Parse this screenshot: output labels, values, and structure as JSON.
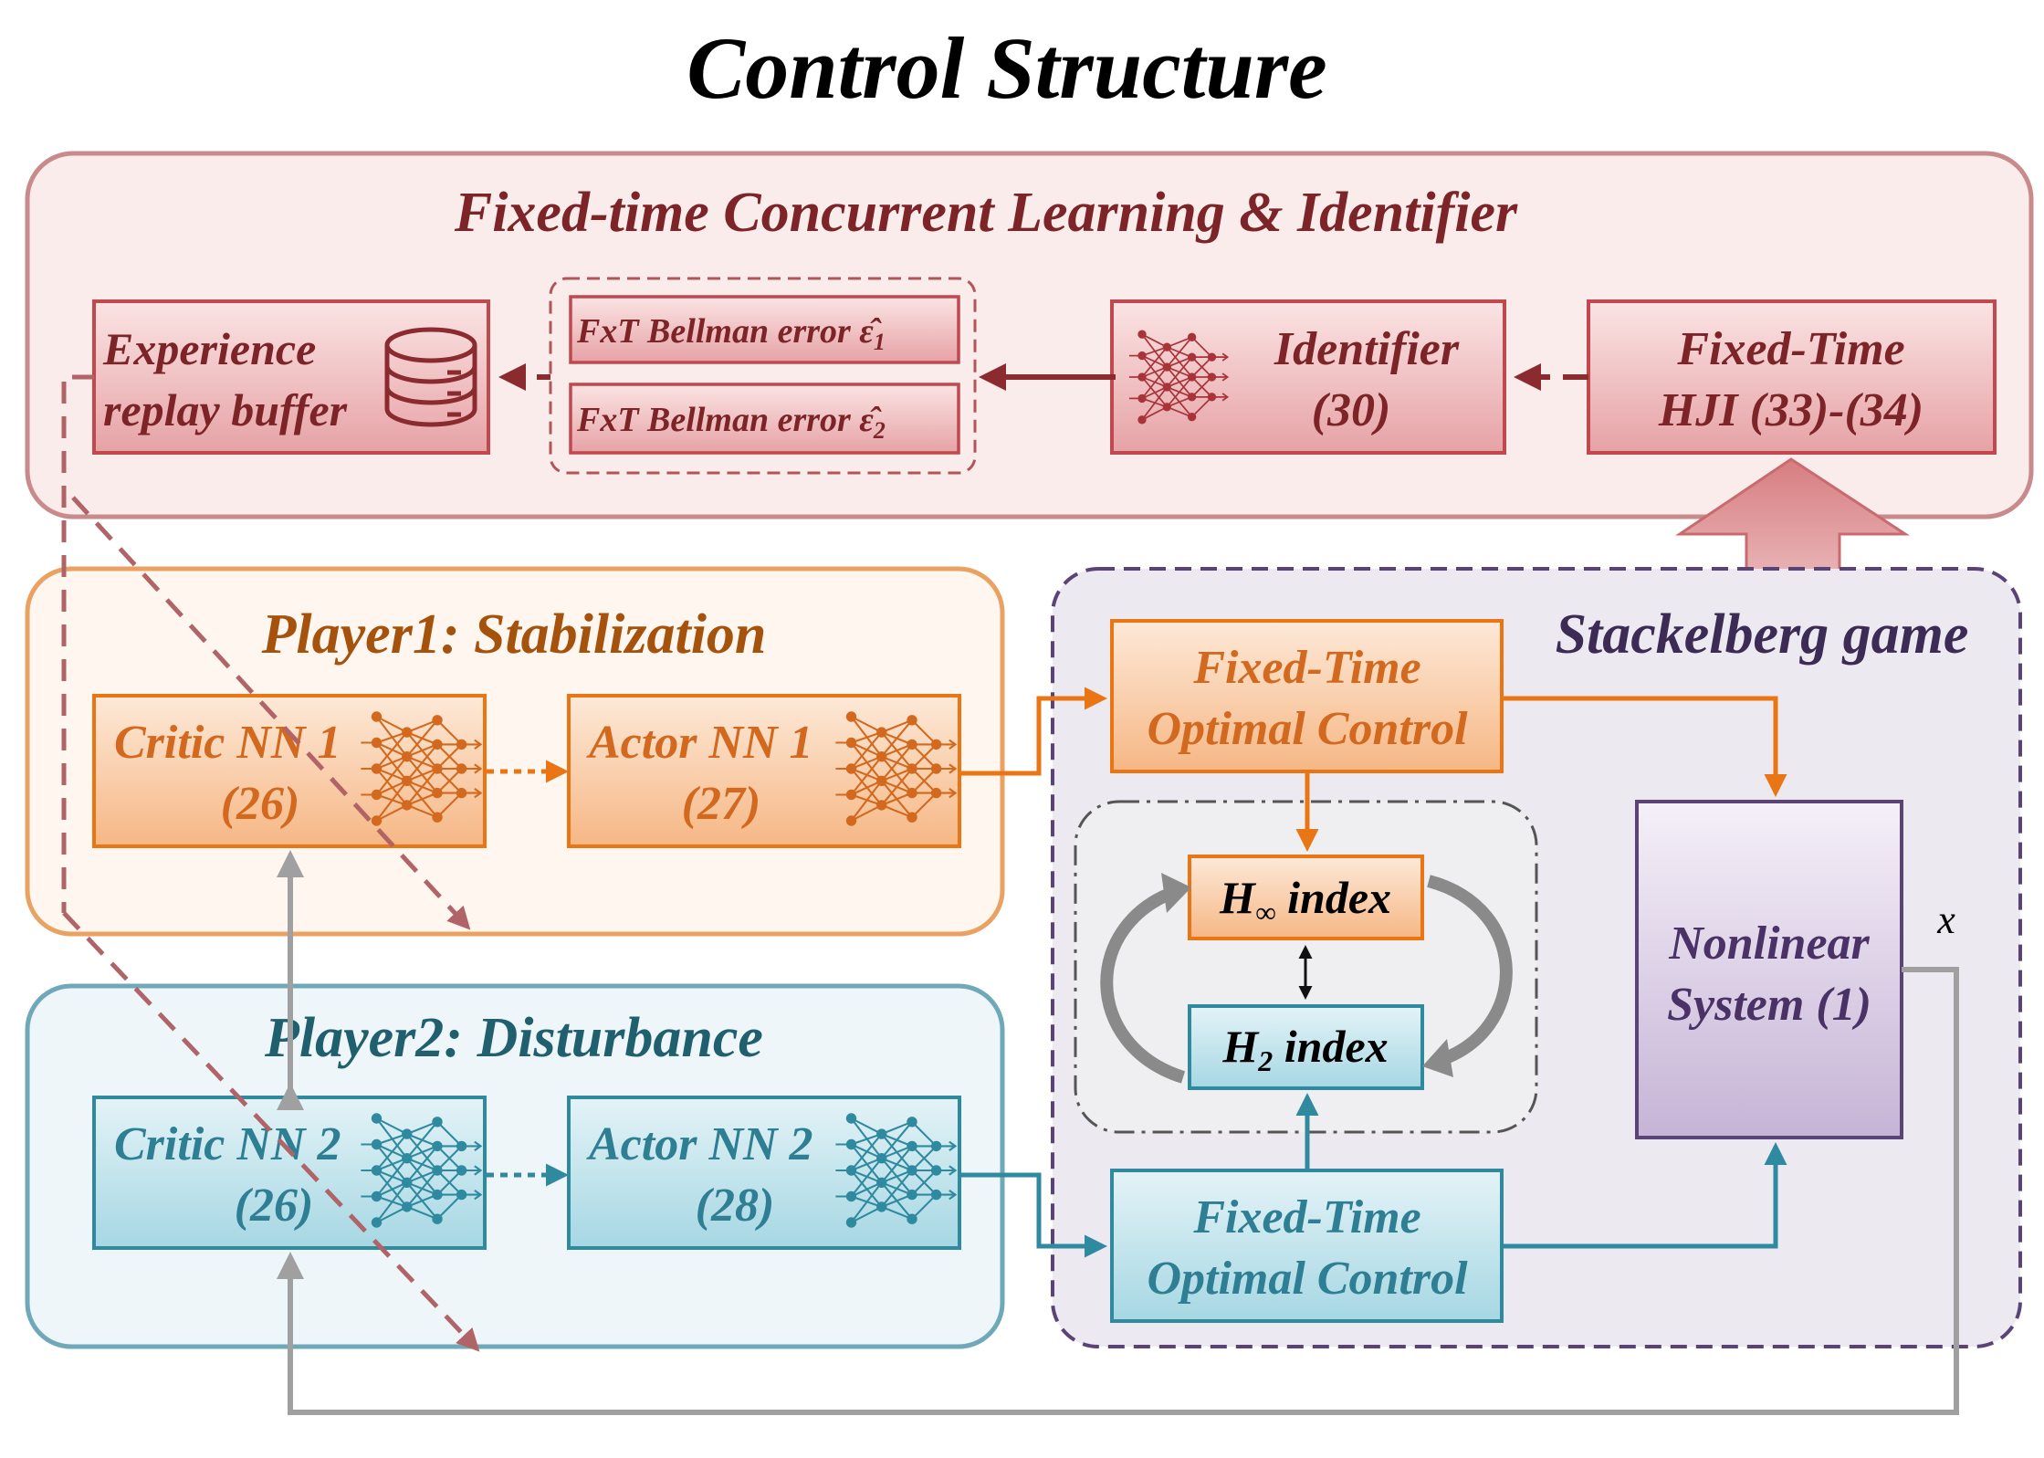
{
  "title": "Control Structure",
  "top_panel": {
    "title": "Fixed-time Concurrent Learning & Identifier",
    "experience_line1": "Experience",
    "experience_line2": "replay buffer",
    "bellman1": "FxT Bellman error ε̂",
    "bellman1_sub": "1",
    "bellman2": "FxT Bellman error ε̂",
    "bellman2_sub": "2",
    "identifier_line1": "Identifier",
    "identifier_line2": "(30)",
    "hji_line1": "Fixed-Time",
    "hji_line2": "HJI (33)-(34)"
  },
  "player1": {
    "title": "Player1: Stabilization",
    "critic_line1": "Critic NN 1",
    "critic_line2": "(26)",
    "actor_line1": "Actor NN 1",
    "actor_line2": "(27)"
  },
  "player2": {
    "title": "Player2: Disturbance",
    "critic_line1": "Critic NN 2",
    "critic_line2": "(26)",
    "actor_line1": "Actor NN 2",
    "actor_line2": "(28)"
  },
  "stackelberg": {
    "title": "Stackelberg game",
    "control1_line1": "Fixed-Time",
    "control1_line2": "Optimal Control",
    "control2_line1": "Fixed-Time",
    "control2_line2": "Optimal Control",
    "hinf_h": "H",
    "hinf_sub": "∞",
    "hinf_text": " index",
    "h2_h": "H",
    "h2_sub": "2",
    "h2_text": " index",
    "system_line1": "Nonlinear",
    "system_line2": "System (1)",
    "state_label": "x"
  },
  "colors": {
    "red_dark": "#8b2b30",
    "red_border": "#c0484e",
    "orange": "#e97514",
    "orange_text": "#d2691e",
    "orange_dark": "#a5520d",
    "teal": "#2f8aa0",
    "teal_dark": "#1f5f6e",
    "purple": "#5a4377",
    "gray": "#a0a0a0"
  }
}
